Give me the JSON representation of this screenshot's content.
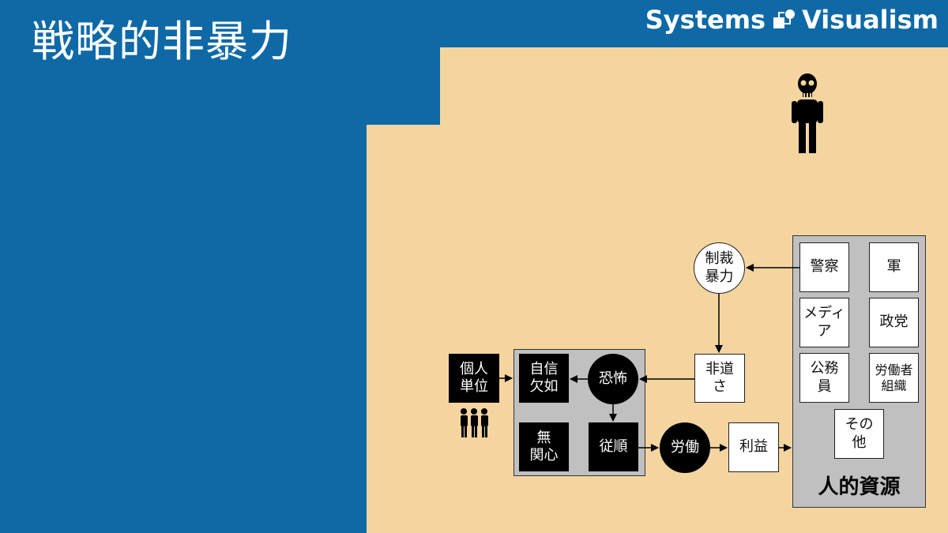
{
  "title": "戦略的非暴力",
  "brand": {
    "text_left": "Systems",
    "text_right": "Visualism",
    "logo_icon": "systems-visualism-logo-icon"
  },
  "colors": {
    "background": "#0f69a6",
    "canvas": "#f4d5a0",
    "group": "#c0c0c0"
  },
  "nodes": {
    "individual": "個人\n単位",
    "lack_confidence": "自信\n欠如",
    "fear": "恐怖",
    "apathy": "無\n関心",
    "obedience": "従順",
    "labor": "労働",
    "profit": "利益",
    "immorality": "非道\nさ",
    "sanction_violence": "制裁\n暴力"
  },
  "human_resources": {
    "label": "人的資源",
    "items": [
      "警察",
      "軍",
      "メディ\nア",
      "政党",
      "公務\n員",
      "労働者\n組織",
      "その\n他"
    ]
  },
  "icons": {
    "skeleton": "skeleton-icon",
    "people": "people-group-icon"
  }
}
